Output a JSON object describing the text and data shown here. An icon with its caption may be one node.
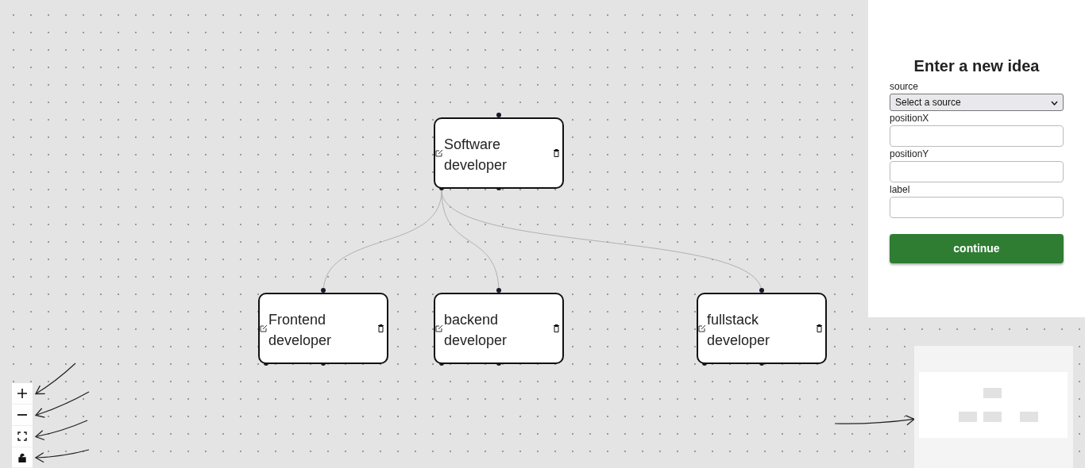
{
  "diagram": {
    "nodes": [
      {
        "text": [
          "Software developer"
        ]
      },
      {
        "text": [
          "Frontend developer"
        ]
      },
      {
        "text": [
          "backend developer"
        ]
      },
      {
        "text": [
          "fullstack developer"
        ]
      },
      {
        "text": [],
        "shape": "box"
      },
      {
        "text": [],
        "shape": "box"
      },
      {
        "text": [],
        "shape": "box"
      },
      {
        "text": [],
        "shape": "box"
      },
      {
        "text": [],
        "shape": "box"
      }
    ],
    "edges": [
      {
        "from": 0,
        "to": 1,
        "arrow": "none",
        "color": "#b1b1b7"
      },
      {
        "from": 0,
        "to": 2,
        "arrow": "none",
        "color": "#b1b1b7"
      },
      {
        "from": 0,
        "to": 3,
        "arrow": "none",
        "color": "#b1b1b7"
      },
      {
        "from": null,
        "to": 4,
        "arrow": "to"
      },
      {
        "from": null,
        "to": 5,
        "arrow": "to"
      },
      {
        "from": null,
        "to": 6,
        "arrow": "to"
      },
      {
        "from": null,
        "to": 7,
        "arrow": "to"
      },
      {
        "from": null,
        "to": 8,
        "arrow": "to"
      }
    ],
    "labels": [
      "Enter a new idea",
      "source",
      "Select a source",
      "positionX",
      "positionY",
      "label",
      "continue"
    ]
  }
}
